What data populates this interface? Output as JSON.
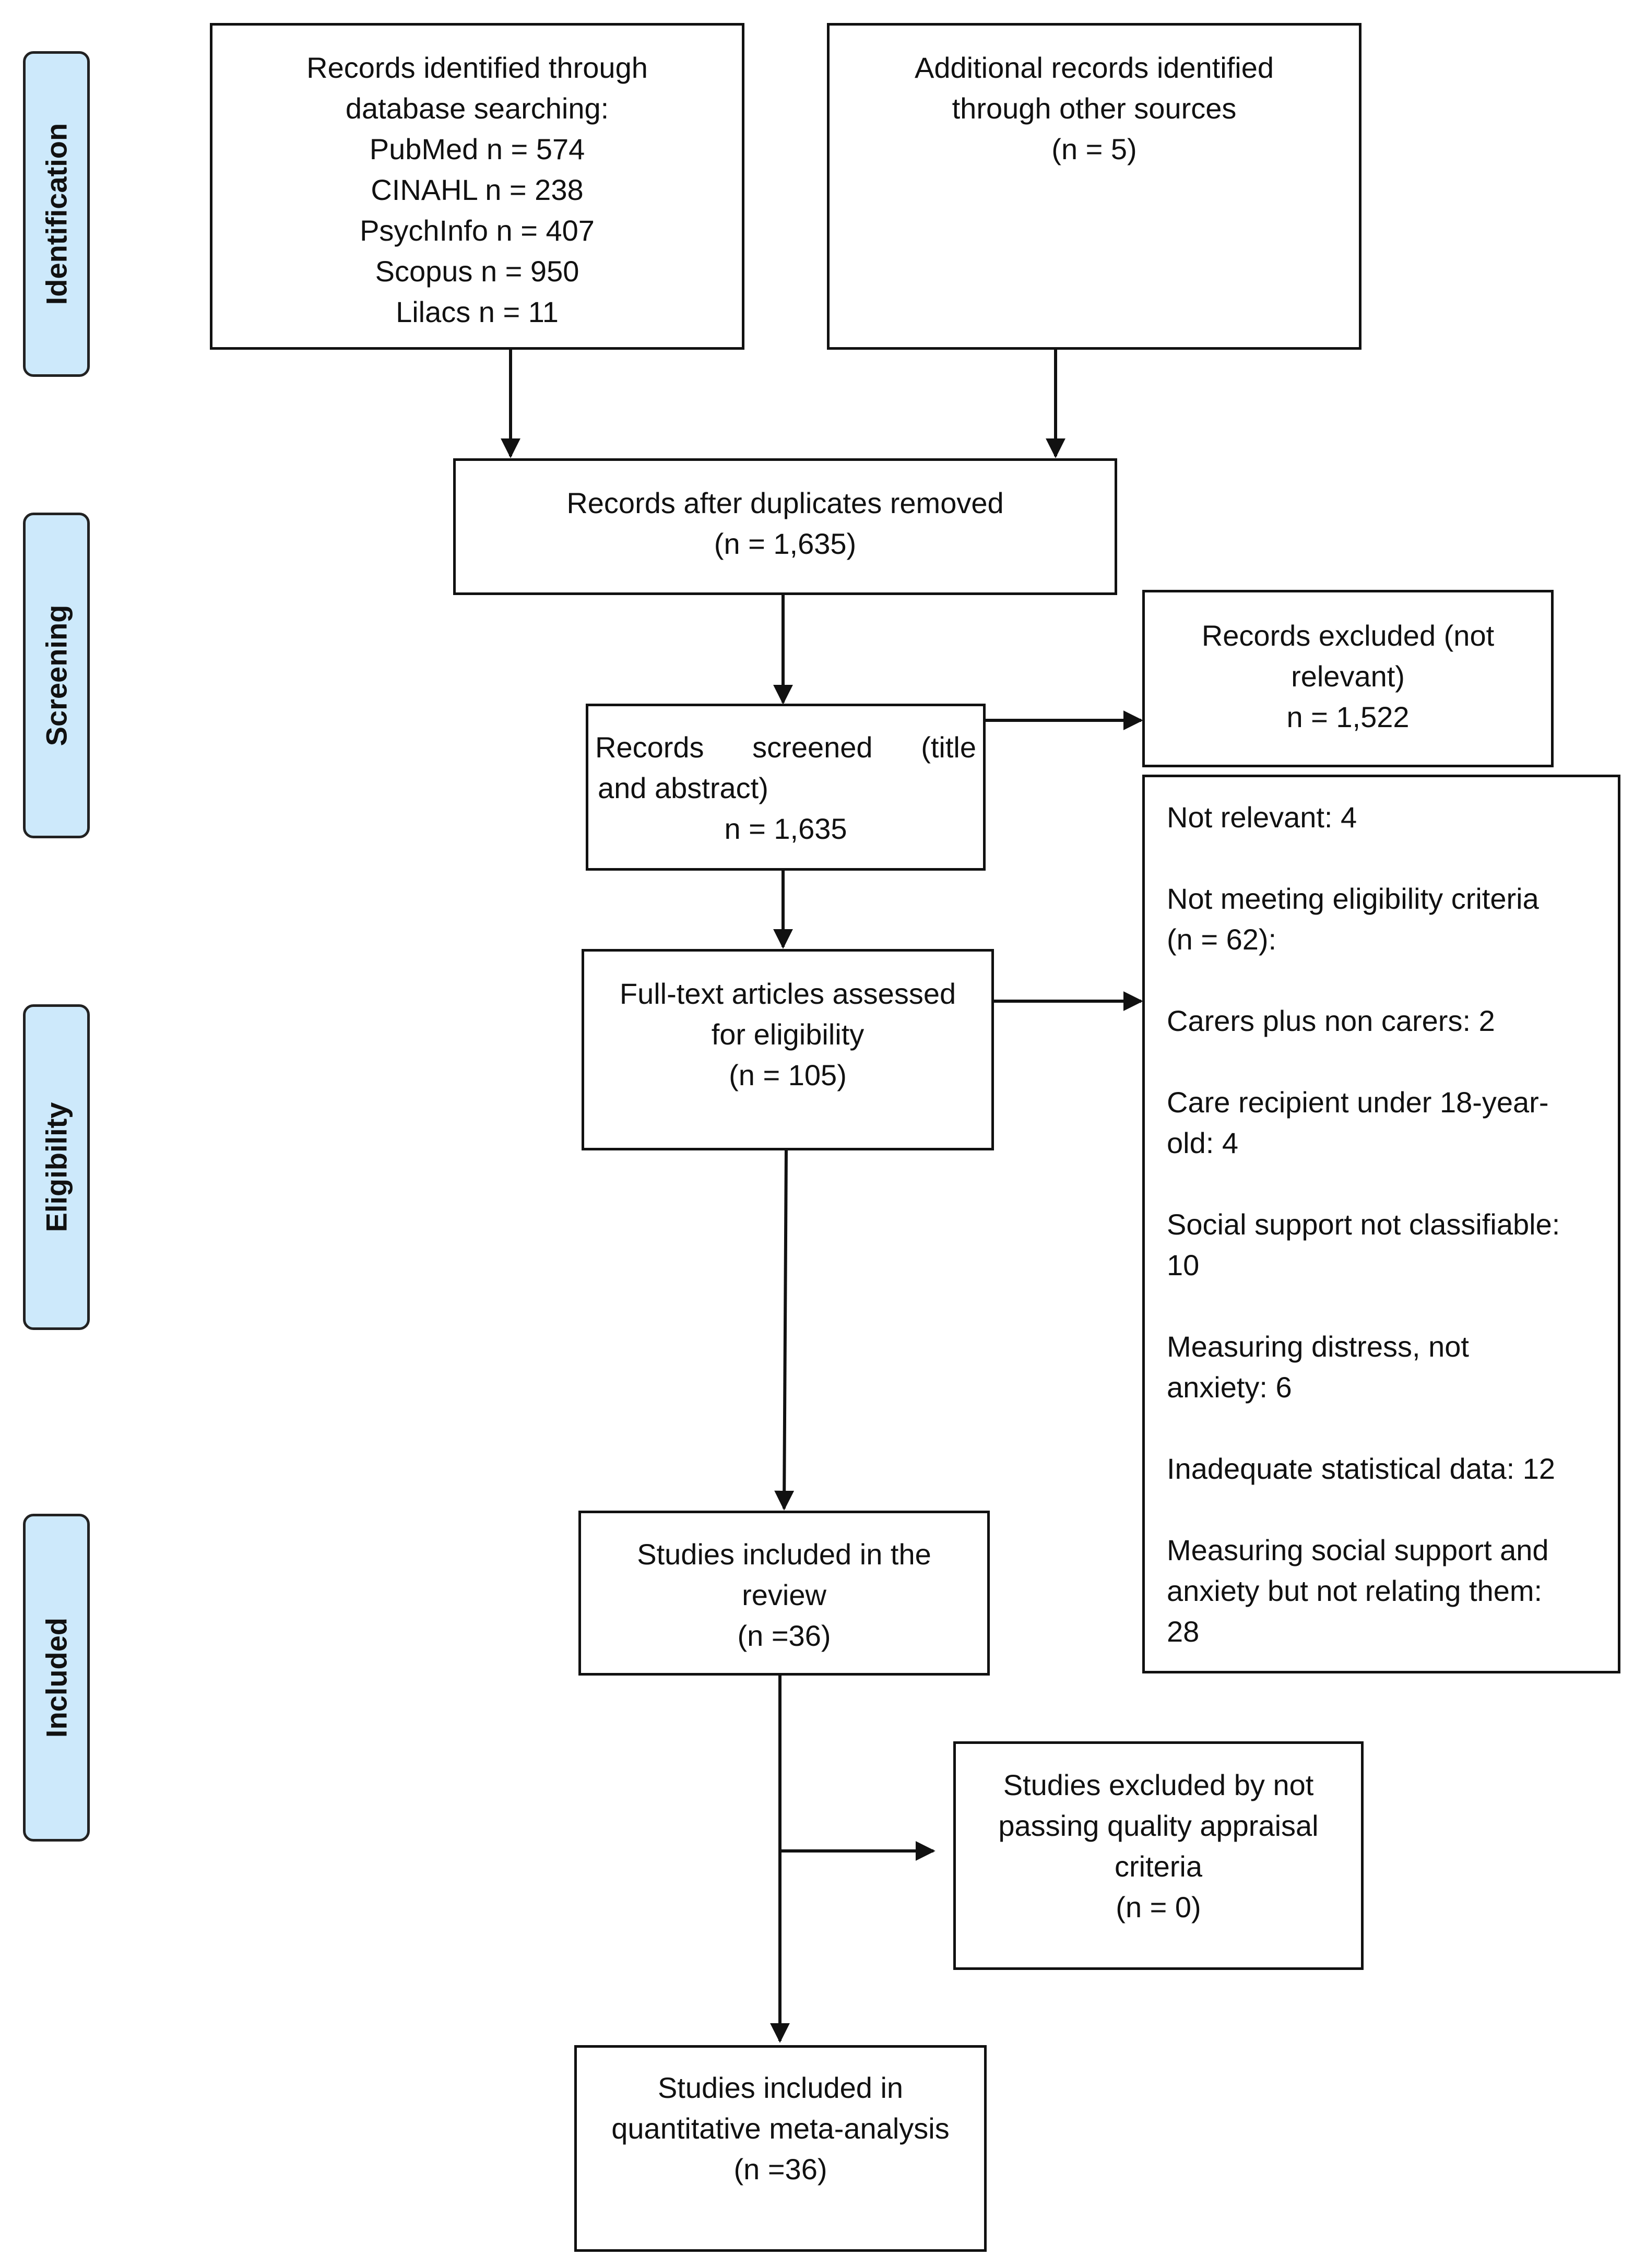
{
  "phases": {
    "identification": "Identification",
    "screening": "Screening",
    "eligibility": "Eligibility",
    "included": "Included"
  },
  "boxes": {
    "database": {
      "lines": [
        "Records identified through",
        "database searching:",
        "PubMed n = 574",
        "CINAHL n = 238",
        "PsychInfo n = 407",
        "Scopus n = 950",
        "Lilacs n = 11"
      ]
    },
    "other_sources": {
      "lines": [
        "Additional records identified",
        "through other sources",
        "(n = 5)"
      ]
    },
    "after_duplicates": {
      "lines": [
        "Records after duplicates removed",
        "(n = 1,635)"
      ]
    },
    "records_excluded": {
      "lines": [
        "Records excluded (not",
        "relevant)",
        "n = 1,522"
      ]
    },
    "screened": {
      "line1": "Records screened (title",
      "line2": "and abstract)",
      "line3": "n = 1,635"
    },
    "fulltext": {
      "lines": [
        "Full-text articles assessed",
        "for eligibility",
        "(n = 105)"
      ]
    },
    "exclusion_reasons": {
      "items": [
        "Not relevant: 4",
        "Not meeting eligibility criteria\n(n = 62):",
        "Carers plus non carers: 2",
        "Care recipient under 18-year-\nold: 4",
        "Social support not classifiable:\n10",
        "Measuring distress, not\nanxiety: 6",
        "Inadequate statistical data: 12",
        "Measuring social support and\nanxiety but not relating them:\n28"
      ]
    },
    "included_review": {
      "lines": [
        "Studies included in the",
        "review",
        "(n =36)"
      ]
    },
    "quality_excluded": {
      "lines": [
        "Studies excluded by not",
        "passing quality appraisal",
        "criteria",
        "(n = 0)"
      ]
    },
    "meta_analysis": {
      "lines": [
        "Studies included in",
        "quantitative meta-analysis",
        "(n =36)"
      ]
    }
  }
}
